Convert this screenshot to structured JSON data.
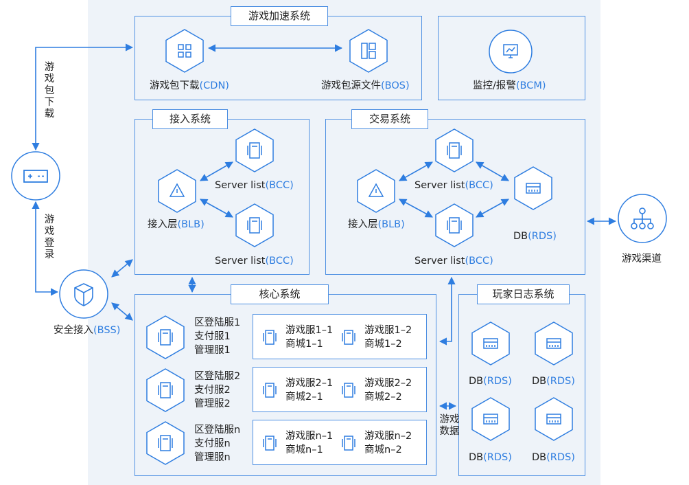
{
  "colors": {
    "accent": "#2e7de0",
    "border": "#4d8fe2",
    "panel": "#eef3f9"
  },
  "accel": {
    "title": "游戏加速系统",
    "cdn_label": "游戏包下载",
    "cdn_code": "(CDN)",
    "bos_label": "游戏包源文件",
    "bos_code": "(BOS)"
  },
  "monitor": {
    "label": "监控/报警",
    "code": "(BCM)"
  },
  "access": {
    "title": "接入系统",
    "blb_label": "接入层",
    "blb_code": "(BLB)",
    "server_label": "Server list",
    "server_code": "(BCC)"
  },
  "trade": {
    "title": "交易系统",
    "blb_label": "接入层",
    "blb_code": "(BLB)",
    "server_label": "Server list",
    "server_code": "(BCC)",
    "db_label": "DB",
    "db_code": "(RDS)"
  },
  "channel": {
    "label": "游戏渠道"
  },
  "left": {
    "download_label": "游戏包下载",
    "login_label": "游戏登录",
    "bss_label": "安全接入",
    "bss_code": "(BSS)"
  },
  "core": {
    "title": "核心系统",
    "rows": [
      {
        "services": [
          "区登陆服1",
          "支付服1",
          "管理服1"
        ],
        "game_a": [
          "游戏服1–1",
          "商城1–1"
        ],
        "game_b": [
          "游戏服1–2",
          "商城1–2"
        ]
      },
      {
        "services": [
          "区登陆服2",
          "支付服2",
          "管理服2"
        ],
        "game_a": [
          "游戏服2–1",
          "商城2–1"
        ],
        "game_b": [
          "游戏服2–2",
          "商城2–2"
        ]
      },
      {
        "services": [
          "区登陆服n",
          "支付服n",
          "管理服n"
        ],
        "game_a": [
          "游戏服n–1",
          "商城n–1"
        ],
        "game_b": [
          "游戏服n–2",
          "商城n–2"
        ]
      }
    ]
  },
  "game_data_label": "游戏数据",
  "logs": {
    "title": "玩家日志系统",
    "db_label": "DB",
    "db_code": "(RDS)"
  },
  "icons": [
    "grid-icon",
    "file-icon",
    "monitor-icon",
    "gamepad-icon",
    "shield-icon",
    "balancer-icon",
    "server-icon",
    "database-icon",
    "org-chart-icon"
  ]
}
